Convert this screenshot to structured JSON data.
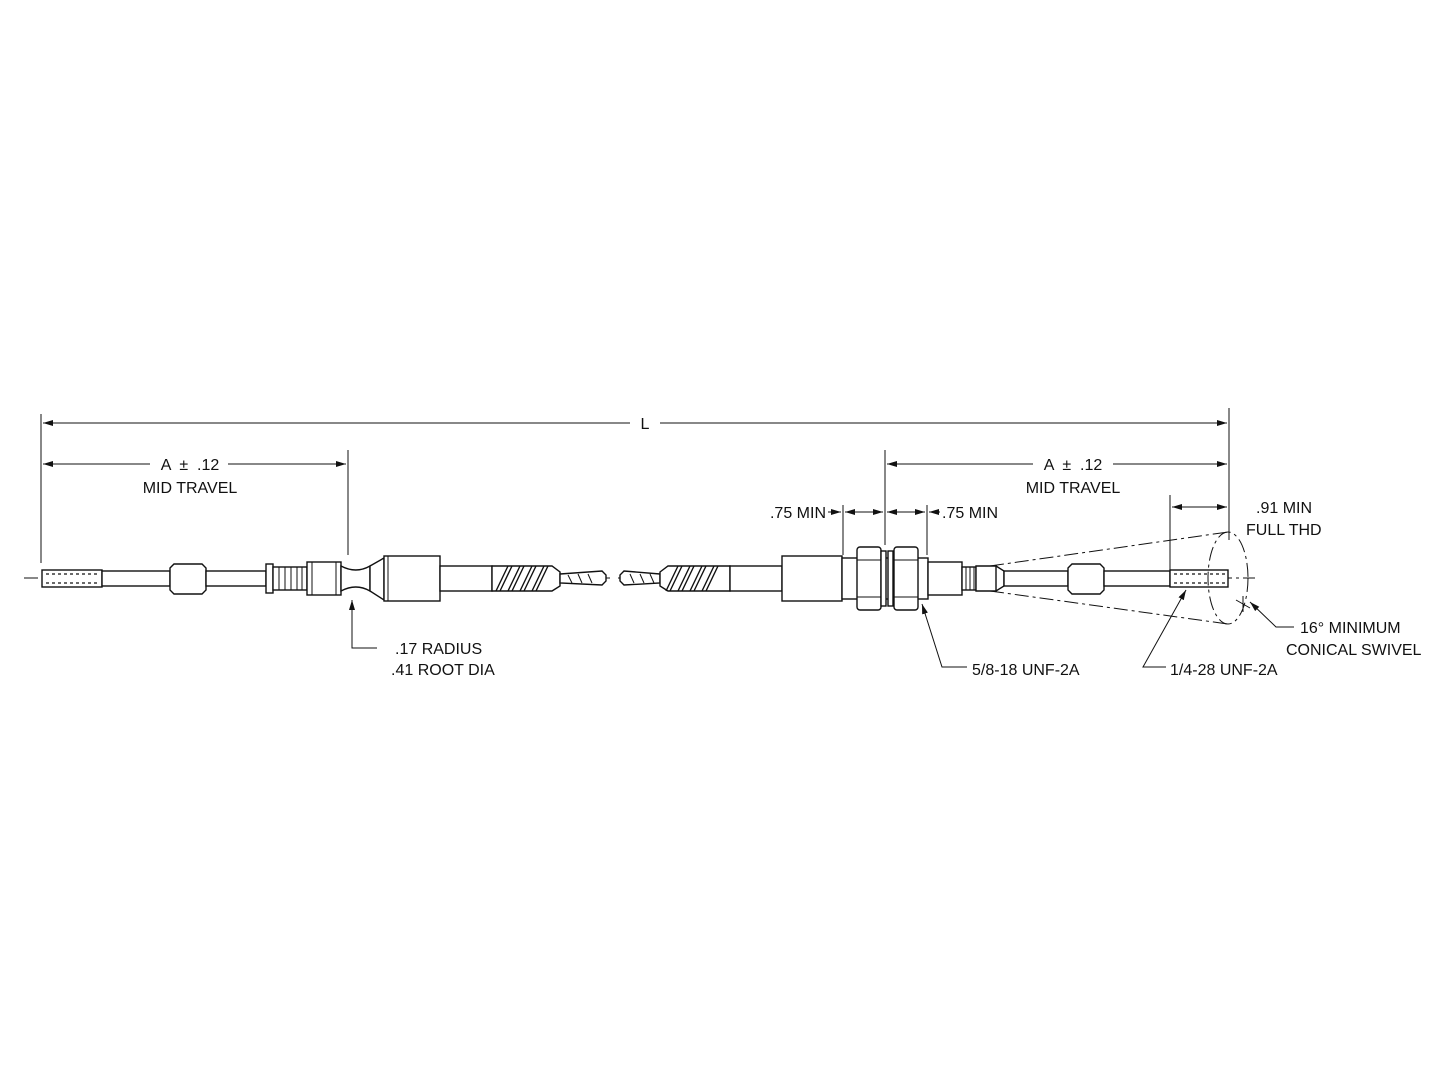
{
  "labels": {
    "overall_length": "L",
    "left_travel_dim": "A  ±  .12",
    "left_travel_caption": "MID TRAVEL",
    "right_travel_dim": "A  ±  .12",
    "right_travel_caption": "MID TRAVEL",
    "bulkhead_min_left": ".75 MIN",
    "bulkhead_min_right": ".75 MIN",
    "thread_min": ".91 MIN",
    "thread_full": "FULL THD",
    "radius_note": ".17 RADIUS",
    "root_dia_note": ".41 ROOT DIA",
    "bulkhead_thread": "5/8-18 UNF-2A",
    "rod_thread": "1/4-28 UNF-2A",
    "swivel_line1": "16° MINIMUM",
    "swivel_line2": "CONICAL SWIVEL"
  }
}
